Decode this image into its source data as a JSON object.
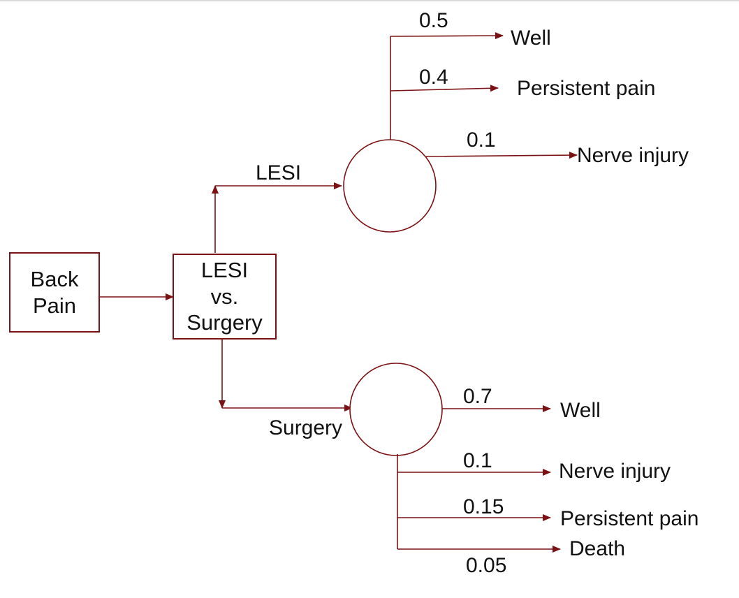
{
  "colors": {
    "line": "#7b1113",
    "text": "#111111"
  },
  "nodes": {
    "start": {
      "label": "Back\nPain"
    },
    "decision": {
      "label": "LESI\nvs.\nSurgery"
    }
  },
  "branches": {
    "lesi": "LESI",
    "surgery": "Surgery"
  },
  "lesi_outcomes": [
    {
      "probability": "0.5",
      "outcome": "Well"
    },
    {
      "probability": "0.4",
      "outcome": "Persistent pain"
    },
    {
      "probability": "0.1",
      "outcome": "Nerve injury"
    }
  ],
  "surgery_outcomes": [
    {
      "probability": "0.7",
      "outcome": "Well"
    },
    {
      "probability": "0.1",
      "outcome": "Nerve injury"
    },
    {
      "probability": "0.15",
      "outcome": "Persistent pain"
    },
    {
      "probability": "0.05",
      "outcome": "Death"
    }
  ]
}
